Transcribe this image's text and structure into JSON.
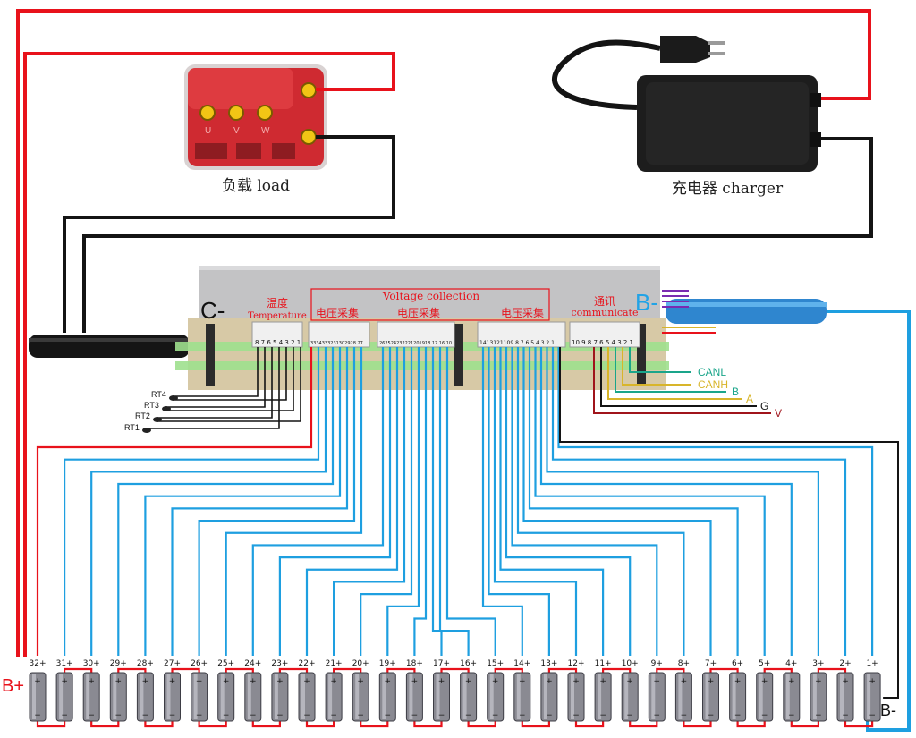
{
  "colors": {
    "red_wire": "#e8121b",
    "black_wire": "#141414",
    "blue_wire": "#1e9fe0",
    "green_wire": "#1aa58a",
    "yellow_wire": "#d8b52a",
    "load_body": "#cf2a31",
    "board_top": "#b9b9bb",
    "label_red": "#e8121b",
    "bminus_blue": "#22a3e6"
  },
  "load": {
    "label": "负载 load",
    "ports": [
      "U",
      "V",
      "W"
    ]
  },
  "charger": {
    "label": "充电器 charger"
  },
  "board": {
    "c_minus": "C-",
    "b_minus": "B-",
    "voltage_collection": "Voltage collection",
    "temperature_cn": "温度",
    "temperature_en": "Temperature",
    "voltage_cn_1": "电压采集",
    "voltage_cn_2": "电压采集",
    "voltage_cn_3": "电压采集",
    "communicate_cn": "通讯",
    "communicate_en": "communicate",
    "temp_pins": "8 7 6 5 4 3 2 1",
    "vc_pins_1": "3334333231302928 27",
    "vc_pins_2": "262524232221201918 17 16 10",
    "vc_pins_3": "1413121109 8 7 6 5 4 3 2 1",
    "comm_pins": "10 9 8 7 6 5 4 3 2 1"
  },
  "sensors": [
    "RT4",
    "RT3",
    "RT2",
    "RT1"
  ],
  "comm_signals": [
    "CANL",
    "CANH",
    "B",
    "A",
    "G",
    "V"
  ],
  "battery": {
    "b_plus": "B+",
    "b_minus": "B-",
    "cell_labels": [
      "32+",
      "31+",
      "30+",
      "29+",
      "28+",
      "27+",
      "26+",
      "25+",
      "24+",
      "23+",
      "22+",
      "21+",
      "20+",
      "19+",
      "18+",
      "17+",
      "16+",
      "15+",
      "14+",
      "13+",
      "12+",
      "11+",
      "10+",
      "9+",
      "8+",
      "7+",
      "6+",
      "5+",
      "4+",
      "3+",
      "2+",
      "1+"
    ],
    "plus_glyph": "+",
    "minus_glyph": "−"
  }
}
